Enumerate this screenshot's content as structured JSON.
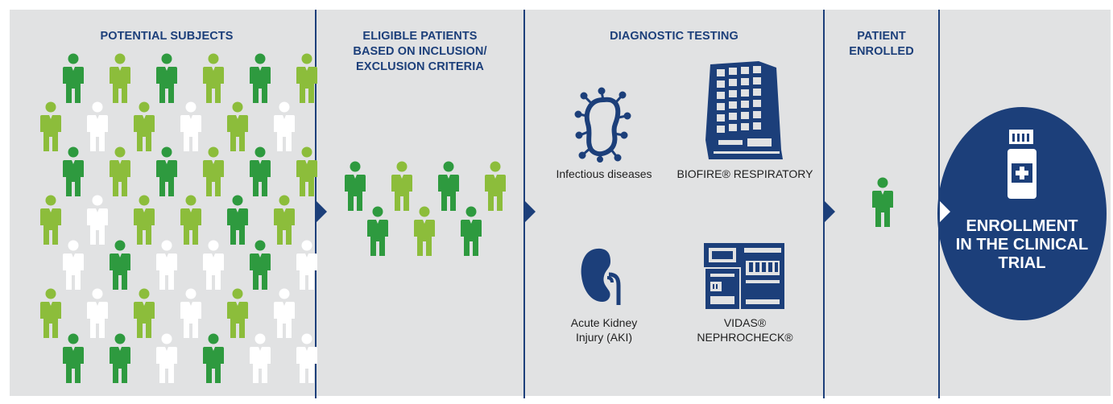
{
  "stages": {
    "potential_subjects": "POTENTIAL SUBJECTS",
    "eligible_patients": [
      "ELIGIBLE PATIENTS",
      "BASED ON INCLUSION/",
      "EXCLUSION CRITERIA"
    ],
    "diagnostic_testing": "DIAGNOSTIC TESTING",
    "patient_enrolled": [
      "PATIENT",
      "ENROLLED"
    ]
  },
  "diagnostics": {
    "infectious": "Infectious diseases",
    "biofire": "BIOFIRE® RESPIRATORY",
    "aki": [
      "Acute Kidney",
      "Injury (AKI)"
    ],
    "vidas": [
      "VIDAS®",
      "NEPHROCHECK®"
    ]
  },
  "enrollment": [
    "ENROLLMENT",
    "IN THE CLINICAL",
    "TRIAL"
  ],
  "colors": {
    "dark_green": "#2e9a3f",
    "light_green": "#8cbd3b",
    "white": "#ffffff",
    "navy": "#1c3f7a",
    "panel_gray": "#e1e2e3"
  },
  "icons": [
    "person-icon",
    "virus-icon",
    "biofire-instrument-icon",
    "kidney-icon",
    "vidas-instrument-icon",
    "medicine-bottle-icon",
    "chevron-right-icon"
  ]
}
